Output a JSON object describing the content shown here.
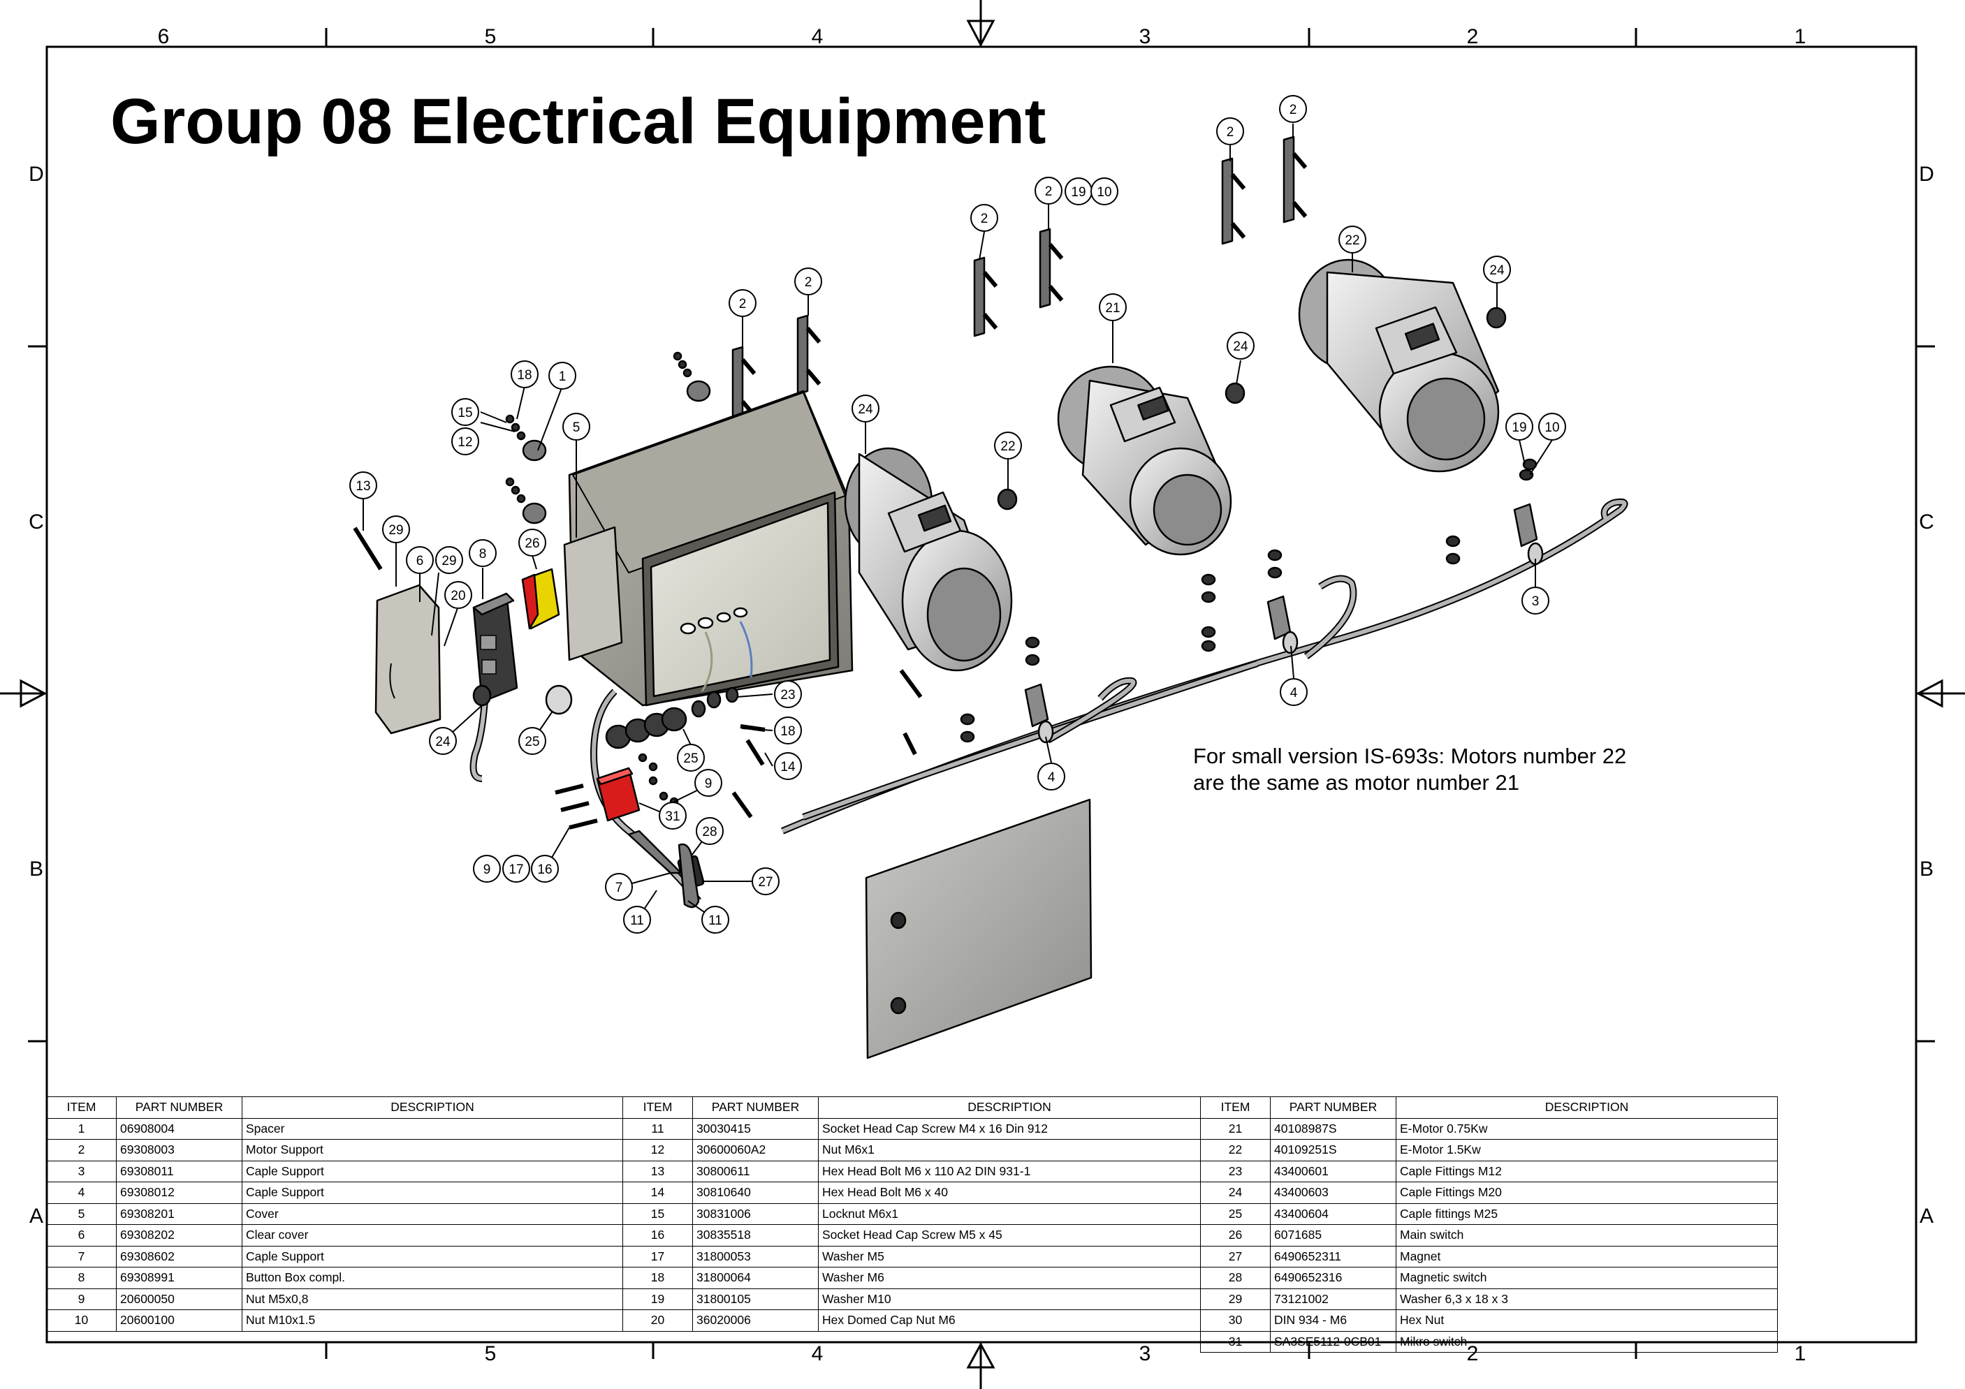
{
  "title": "Group 08 Electrical Equipment",
  "note_lines": [
    "For small version IS-693s: Motors number 22",
    "are the same as motor number 21"
  ],
  "zones": {
    "columns": [
      "6",
      "5",
      "4",
      "3",
      "2",
      "1"
    ],
    "rows": [
      "D",
      "C",
      "B",
      "A"
    ]
  },
  "bom": {
    "headers": {
      "item": "ITEM",
      "part_number": "PART NUMBER",
      "description": "DESCRIPTION"
    },
    "items": [
      {
        "item": "1",
        "part": "06908004",
        "desc": "Spacer"
      },
      {
        "item": "2",
        "part": "69308003",
        "desc": "Motor Support"
      },
      {
        "item": "3",
        "part": "69308011",
        "desc": "Caple Support"
      },
      {
        "item": "4",
        "part": "69308012",
        "desc": "Caple Support"
      },
      {
        "item": "5",
        "part": "69308201",
        "desc": "Cover"
      },
      {
        "item": "6",
        "part": "69308202",
        "desc": "Clear cover"
      },
      {
        "item": "7",
        "part": "69308602",
        "desc": "Caple Support"
      },
      {
        "item": "8",
        "part": "69308991",
        "desc": "Button Box compl."
      },
      {
        "item": "9",
        "part": "20600050",
        "desc": "Nut M5x0,8"
      },
      {
        "item": "10",
        "part": "20600100",
        "desc": "Nut M10x1.5"
      },
      {
        "item": "11",
        "part": "30030415",
        "desc": "Socket Head Cap Screw M4 x 16  Din 912"
      },
      {
        "item": "12",
        "part": "30600060A2",
        "desc": "Nut M6x1"
      },
      {
        "item": "13",
        "part": "30800611",
        "desc": "Hex Head Bolt M6 x 110 A2 DIN 931-1"
      },
      {
        "item": "14",
        "part": "30810640",
        "desc": "Hex Head Bolt M6  x 40"
      },
      {
        "item": "15",
        "part": "30831006",
        "desc": "Locknut M6x1"
      },
      {
        "item": "16",
        "part": "30835518",
        "desc": "Socket Head Cap Screw M5 x 45"
      },
      {
        "item": "17",
        "part": "31800053",
        "desc": "Washer M5"
      },
      {
        "item": "18",
        "part": "31800064",
        "desc": "Washer M6"
      },
      {
        "item": "19",
        "part": "31800105",
        "desc": "Washer M10"
      },
      {
        "item": "20",
        "part": "36020006",
        "desc": "Hex Domed Cap Nut M6"
      },
      {
        "item": "21",
        "part": "40108987S",
        "desc": "E-Motor 0.75Kw"
      },
      {
        "item": "22",
        "part": "40109251S",
        "desc": "E-Motor 1.5Kw"
      },
      {
        "item": "23",
        "part": "43400601",
        "desc": "Caple Fittings M12"
      },
      {
        "item": "24",
        "part": "43400603",
        "desc": "Caple Fittings M20"
      },
      {
        "item": "25",
        "part": "43400604",
        "desc": "Caple fittings M25"
      },
      {
        "item": "26",
        "part": "6071685",
        "desc": "Main switch"
      },
      {
        "item": "27",
        "part": "6490652311",
        "desc": "Magnet"
      },
      {
        "item": "28",
        "part": "6490652316",
        "desc": "Magnetic switch"
      },
      {
        "item": "29",
        "part": "73121002",
        "desc": "Washer 6,3 x 18 x 3"
      },
      {
        "item": "30",
        "part": "DIN 934 - M6",
        "desc": "Hex Nut"
      },
      {
        "item": "31",
        "part": "SA3SE5112-0CB01",
        "desc": "Mikro switch"
      }
    ]
  },
  "balloons": [
    "2",
    "2",
    "2",
    "2",
    "19",
    "10",
    "2",
    "2",
    "21",
    "22",
    "24",
    "24",
    "22",
    "24",
    "19",
    "10",
    "3",
    "4",
    "4",
    "18",
    "1",
    "15",
    "12",
    "5",
    "13",
    "29",
    "6",
    "29",
    "8",
    "26",
    "20",
    "24",
    "25",
    "23",
    "18",
    "14",
    "25",
    "9",
    "31",
    "28",
    "27",
    "9",
    "17",
    "16",
    "7",
    "11",
    "11"
  ],
  "colors": {
    "line": "#000000",
    "box_grey": "#9a9890",
    "motor_grey": "#b8b8b8",
    "panel_grey": "#a8a8a4",
    "switch_yellow": "#e8d400",
    "switch_red": "#d81c1c"
  }
}
